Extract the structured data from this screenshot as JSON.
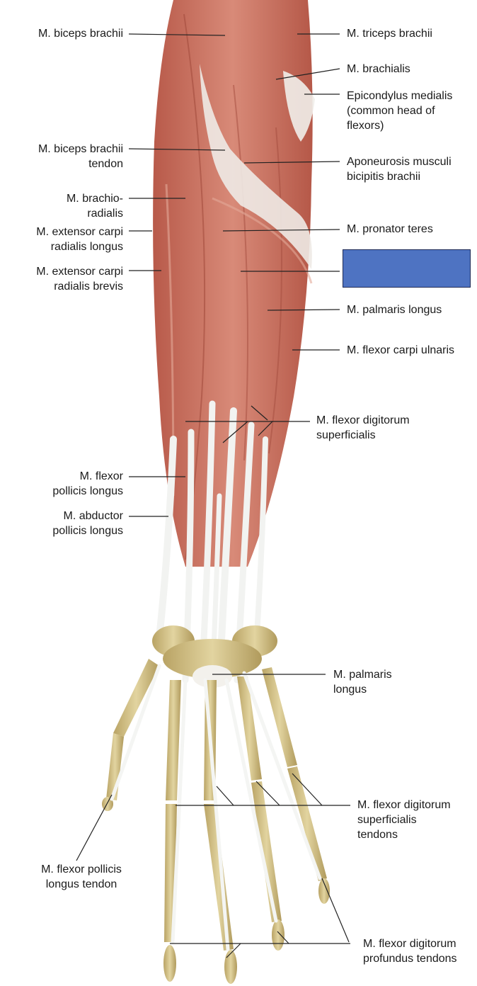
{
  "labels": {
    "biceps_brachii": "M. biceps brachii",
    "biceps_brachii_tendon": "M. biceps brachii\ntendon",
    "brachioradialis": "M. brachio-\nradialis",
    "ext_carpi_rad_longus": "M. extensor carpi\nradialis longus",
    "ext_carpi_rad_brevis": "M. extensor carpi\nradialis brevis",
    "flexor_pollicis_longus": "M. flexor\npollicis longus",
    "abductor_pollicis_longus": "M. abductor\npollicis longus",
    "flexor_pollicis_longus_tendon": "M. flexor pollicis\nlongus tendon",
    "triceps_brachii": "M. triceps brachii",
    "brachialis": "M. brachialis",
    "epicondylus_medialis": "Epicondylus medialis\n(common head of\nflexors)",
    "aponeurosis": "Aponeurosis musculi\nbicipitis brachii",
    "pronator_teres": "M. pronator teres",
    "palmaris_longus_upper": "M. palmaris longus",
    "flexor_carpi_ulnaris": "M. flexor carpi ulnaris",
    "flexor_dig_superficialis": "M. flexor digitorum\nsuperficialis",
    "palmaris_longus_lower": "M. palmaris\nlongus",
    "fds_tendons": "M. flexor digitorum\nsuperficialis\ntendons",
    "fdp_tendons": "M. flexor digitorum\nprofundus tendons"
  },
  "masked_label_color": "#4e73c2",
  "colors": {
    "muscle": "#c9705e",
    "muscle_light": "#dd9686",
    "tendon": "#eef0ee",
    "bone": "#d6c48a",
    "leader": "#222222"
  }
}
